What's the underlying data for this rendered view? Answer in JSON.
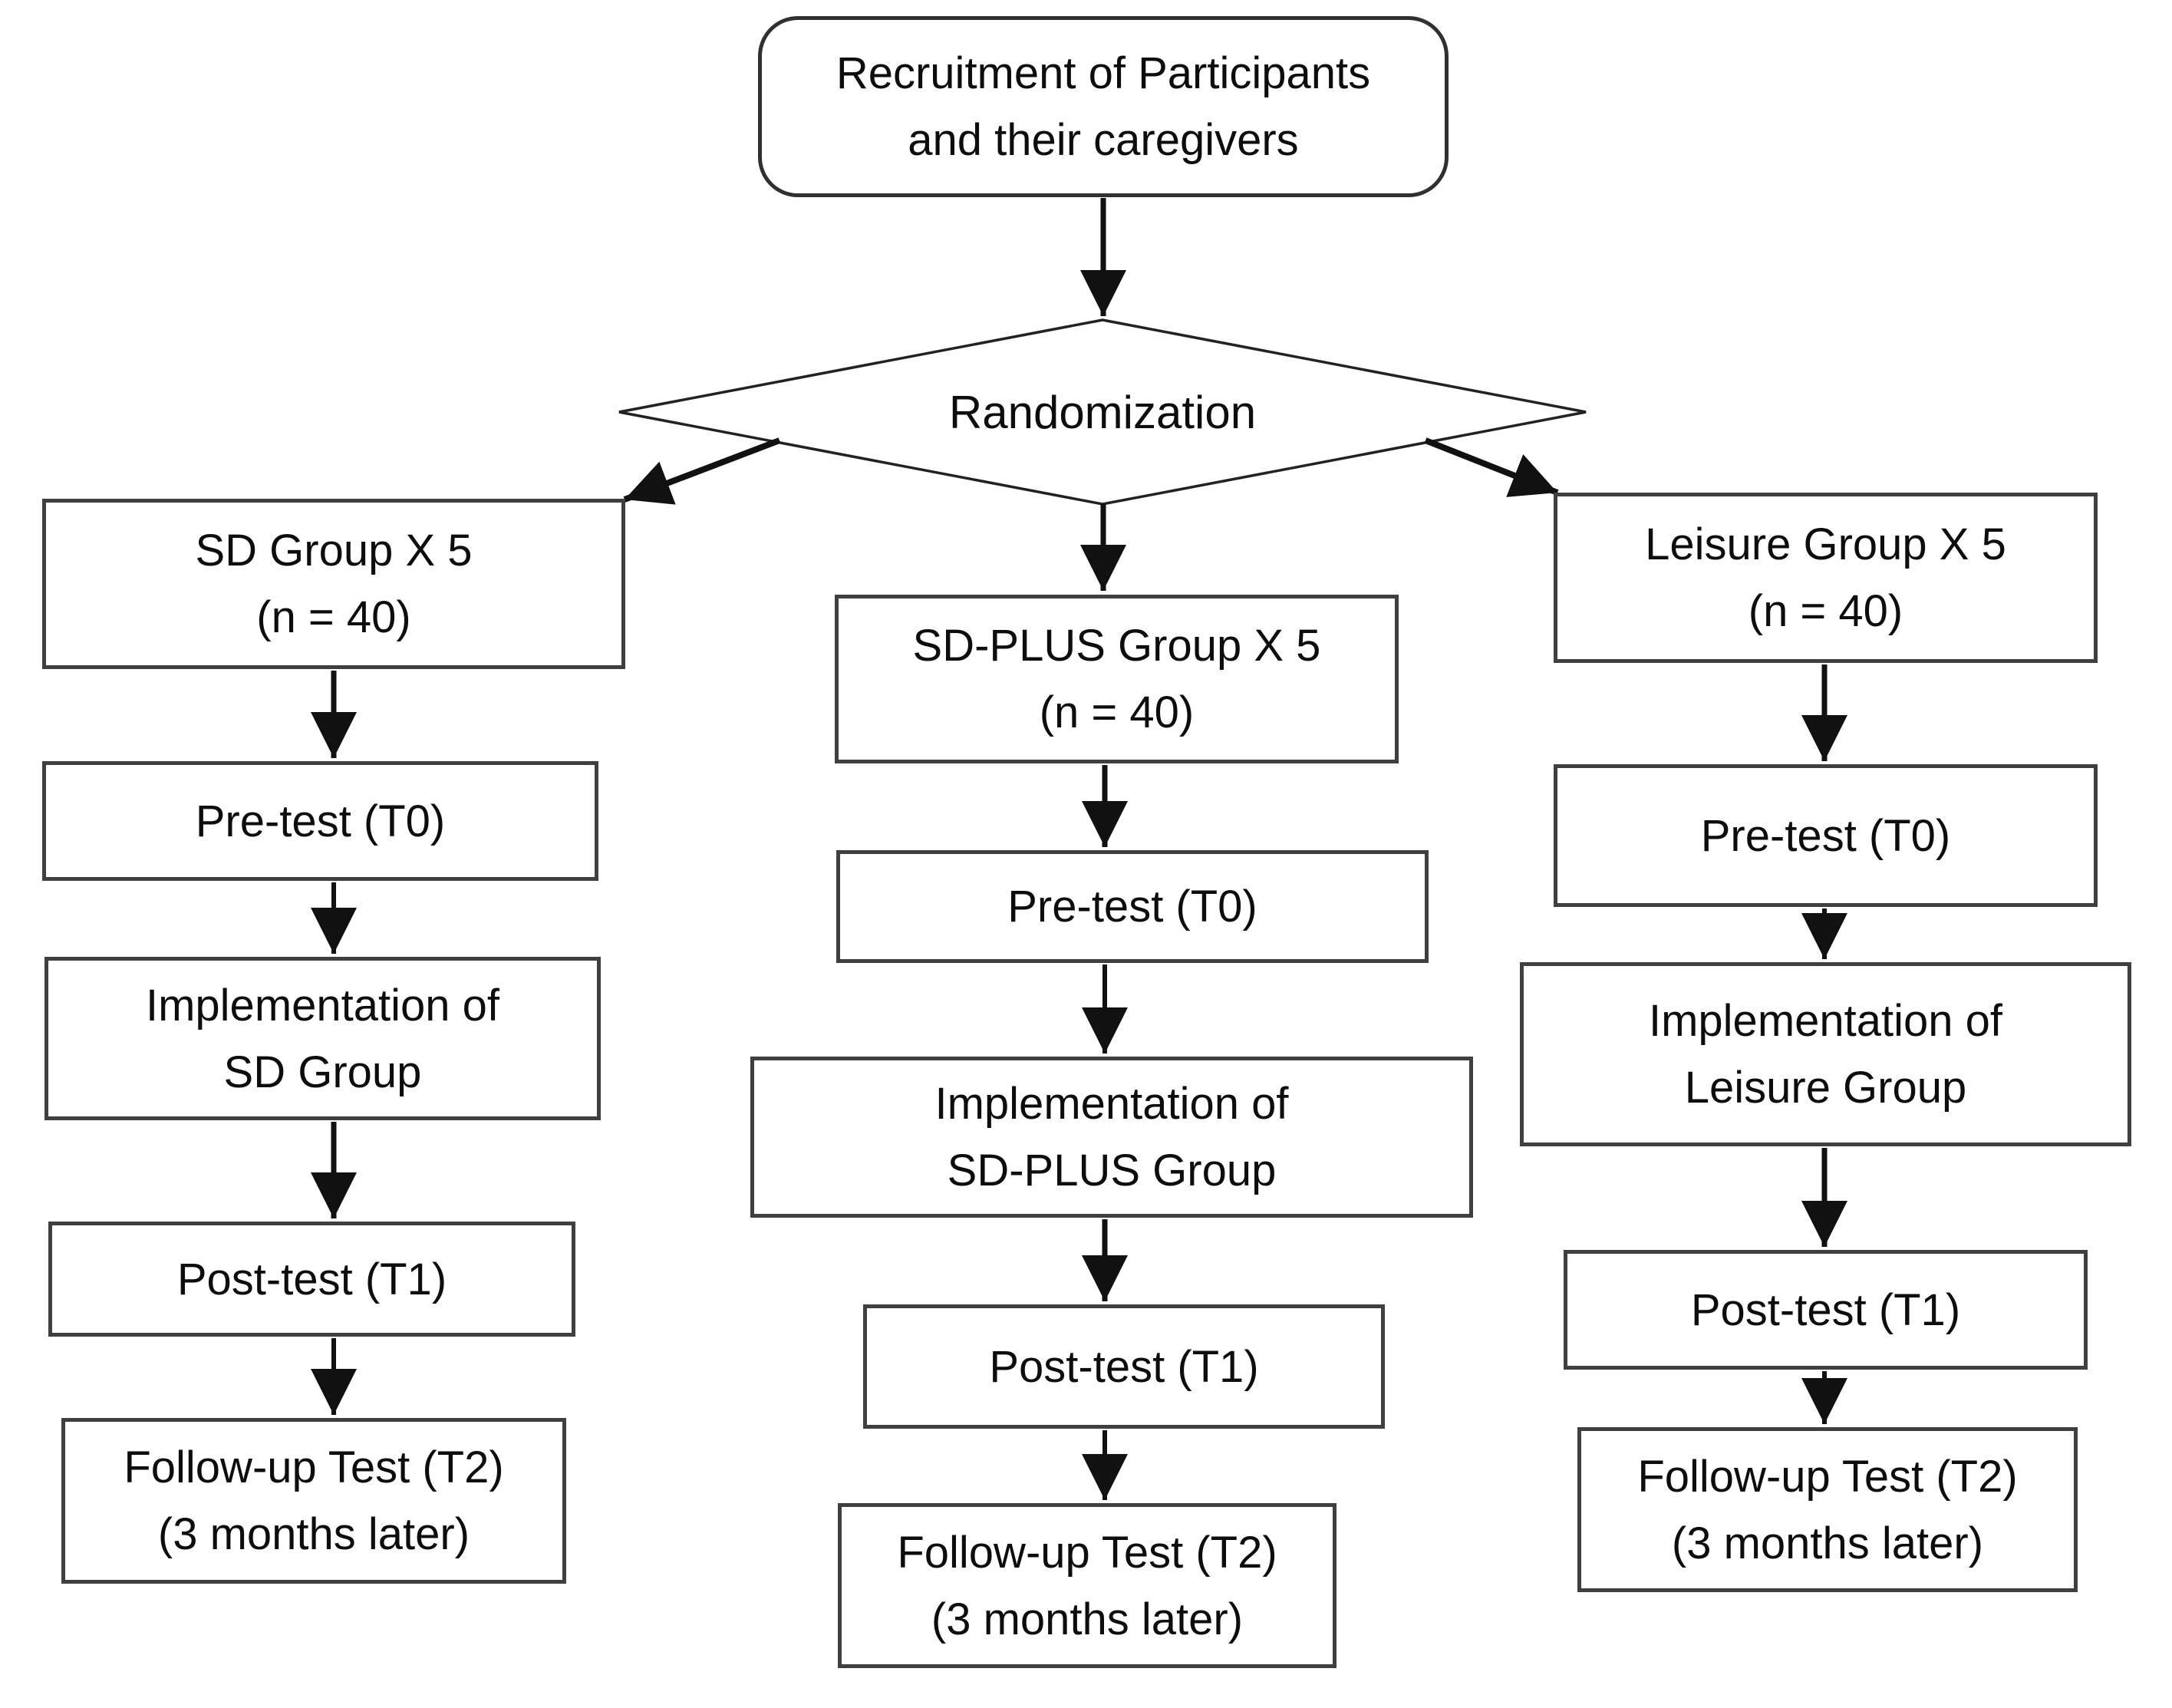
{
  "figure": {
    "recruitment": "Recruitment of Participants\nand their caregivers",
    "randomization": "Randomization",
    "columns": [
      {
        "steps": [
          "SD Group X 5\n(n = 40)",
          "Pre-test (T0)",
          "Implementation of\nSD Group",
          "Post-test (T1)",
          "Follow-up Test (T2)\n(3 months later)"
        ]
      },
      {
        "steps": [
          "SD-PLUS Group X 5\n(n = 40)",
          "Pre-test (T0)",
          "Implementation of\nSD-PLUS Group",
          "Post-test (T1)",
          "Follow-up Test (T2)\n(3 months later)"
        ]
      },
      {
        "steps": [
          "Leisure Group X 5\n(n = 40)",
          "Pre-test (T0)",
          "Implementation of\nLeisure Group",
          "Post-test (T1)",
          "Follow-up Test (T2)\n(3 months later)"
        ]
      }
    ],
    "line_color": "#111111",
    "border_color": "#3f3f3f"
  }
}
